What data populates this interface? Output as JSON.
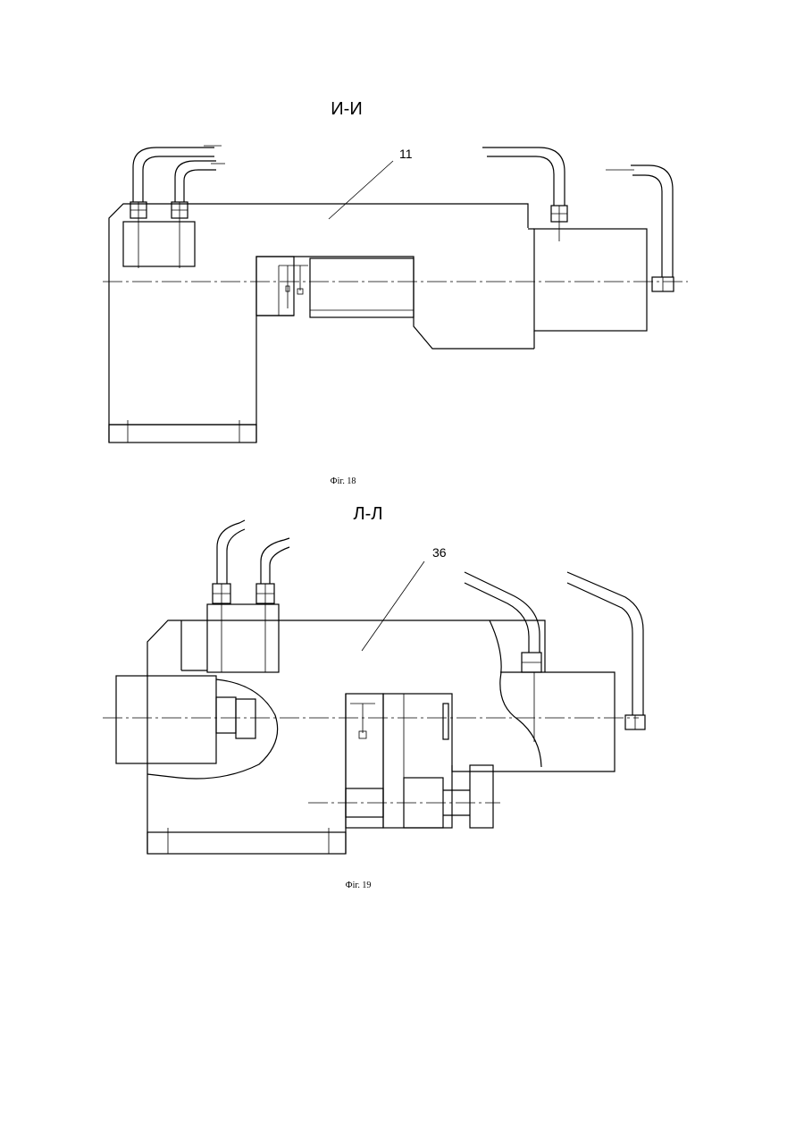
{
  "figure_18": {
    "section_label": "И-И",
    "part_number": "11",
    "caption": "Фіг. 18"
  },
  "figure_19": {
    "section_label": "Л-Л",
    "part_number": "36",
    "caption": "Фіг. 19"
  }
}
